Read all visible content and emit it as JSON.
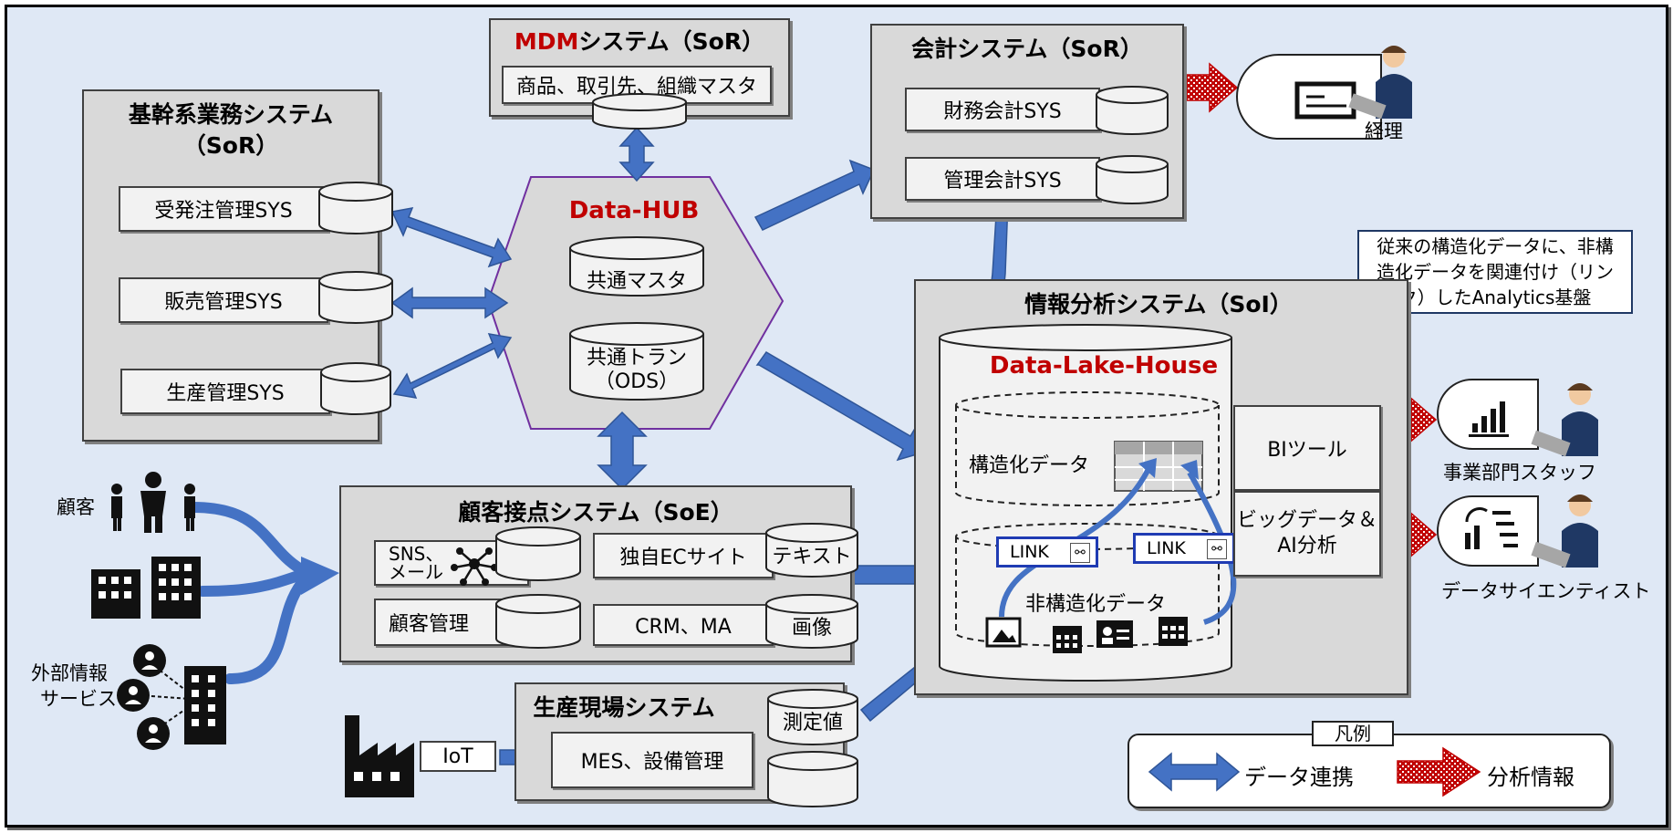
{
  "mdm": {
    "title_red": "MDM",
    "title_rest": "システム（SoR）",
    "sub": "商品、取引先、組織マスタ"
  },
  "core": {
    "title_line1": "基幹系業務システム",
    "title_line2": "（SoR）",
    "items": [
      "受発注管理SYS",
      "販売管理SYS",
      "生産管理SYS"
    ]
  },
  "hub": {
    "title": "Data-HUB",
    "db1": "共通マスタ",
    "db2_line1": "共通トラン",
    "db2_line2": "（ODS）"
  },
  "accounting": {
    "title": "会計システム（SoR）",
    "items": [
      "財務会計SYS",
      "管理会計SYS"
    ]
  },
  "accountant": {
    "label": "経理"
  },
  "callout": {
    "line1": "従来の構造化データに、非構",
    "line2": "造化データを関連付け（リン",
    "line3": "ク）したAnalytics基盤"
  },
  "analytics": {
    "title": "情報分析システム（SoI）",
    "lake": "Data-Lake-House",
    "structured": "構造化データ",
    "unstructured": "非構造化データ",
    "link": "LINK",
    "bi": "BIツール",
    "bigdata_line1": "ビッグデータ＆",
    "bigdata_line2": "AI分析"
  },
  "staff": {
    "business": "事業部門スタッフ",
    "scientist": "データサイエンティスト"
  },
  "soe": {
    "title": "顧客接点システム（SoE）",
    "sns_line1": "SNS、",
    "sns_line2": "メール",
    "ec": "独自ECサイト",
    "text": "テキスト",
    "crm_customer": "顧客管理",
    "crm": "CRM、MA",
    "image": "画像"
  },
  "left": {
    "customer": "顧客",
    "external_line1": "外部情報",
    "external_line2": "サービス"
  },
  "factory": {
    "title": "生産現場システム",
    "mes": "MES、設備管理",
    "measure": "測定値",
    "iot": "IoT"
  },
  "legend": {
    "title": "凡例",
    "data_link": "データ連携",
    "analysis": "分析情報"
  },
  "colors": {
    "blue_arrow": "#4472c4",
    "red_arrow": "#c00000",
    "box_fill": "#d9d9d9",
    "background": "#dfe8f5",
    "link_border": "#1f3bb3"
  }
}
